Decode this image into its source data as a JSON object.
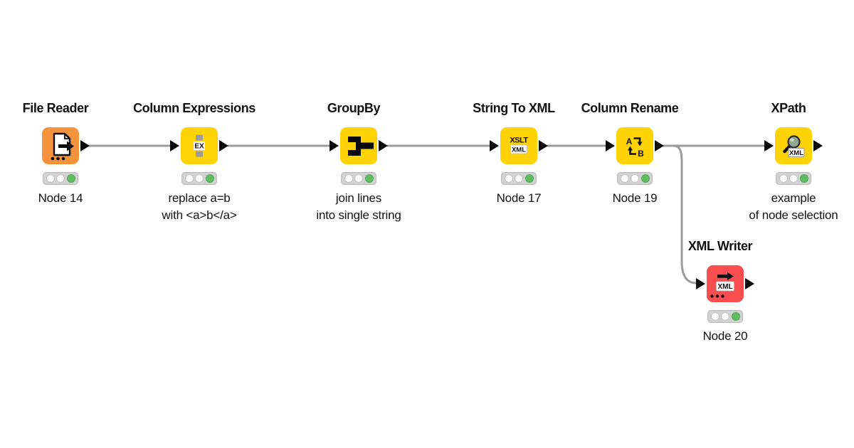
{
  "workflow": {
    "nodes": {
      "file_reader": {
        "title": "File Reader",
        "label_line1": "Node 14",
        "status": "green"
      },
      "column_expressions": {
        "title": "Column Expressions",
        "label_line1": "replace a=b",
        "label_line2": "with <a>b</a>",
        "icon_text": "EX",
        "status": "green"
      },
      "groupby": {
        "title": "GroupBy",
        "label_line1": "join lines",
        "label_line2": "into single string",
        "status": "green"
      },
      "string_to_xml": {
        "title": "String To XML",
        "label_line1": "Node 17",
        "icon_text_top": "XSLT",
        "icon_badge": "XML",
        "status": "green"
      },
      "column_rename": {
        "title": "Column Rename",
        "label_line1": "Node 19",
        "icon_letter_a": "A",
        "icon_letter_b": "B",
        "status": "green"
      },
      "xpath": {
        "title": "XPath",
        "label_line1": "example",
        "label_line2": "of node selection",
        "icon_badge": "XML",
        "status": "green"
      },
      "xml_writer": {
        "title": "XML Writer",
        "label_line1": "Node 20",
        "icon_badge": "XML",
        "status": "green"
      }
    }
  },
  "colors": {
    "source_orange": "#F5933C",
    "manipulator_yellow": "#FFD305",
    "writer_red": "#F94E50",
    "status_green": "#5FBC5F",
    "connection_grey": "#9C9C9C",
    "port_black": "#0A0A0A"
  }
}
